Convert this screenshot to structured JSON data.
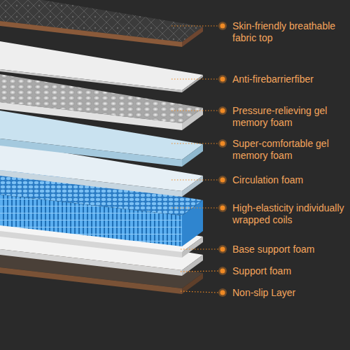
{
  "diagram": {
    "labels": [
      "Skin-friendly breathable fabric top",
      "Anti-firebarrierfiber",
      "Pressure-relieving gel memory foam",
      "Super-comfortable gel memory foam",
      "Circulation foam",
      "High-elasticity individually wrapped coils",
      "Base support foam",
      "Support foam",
      "Non-slip Layer"
    ]
  }
}
